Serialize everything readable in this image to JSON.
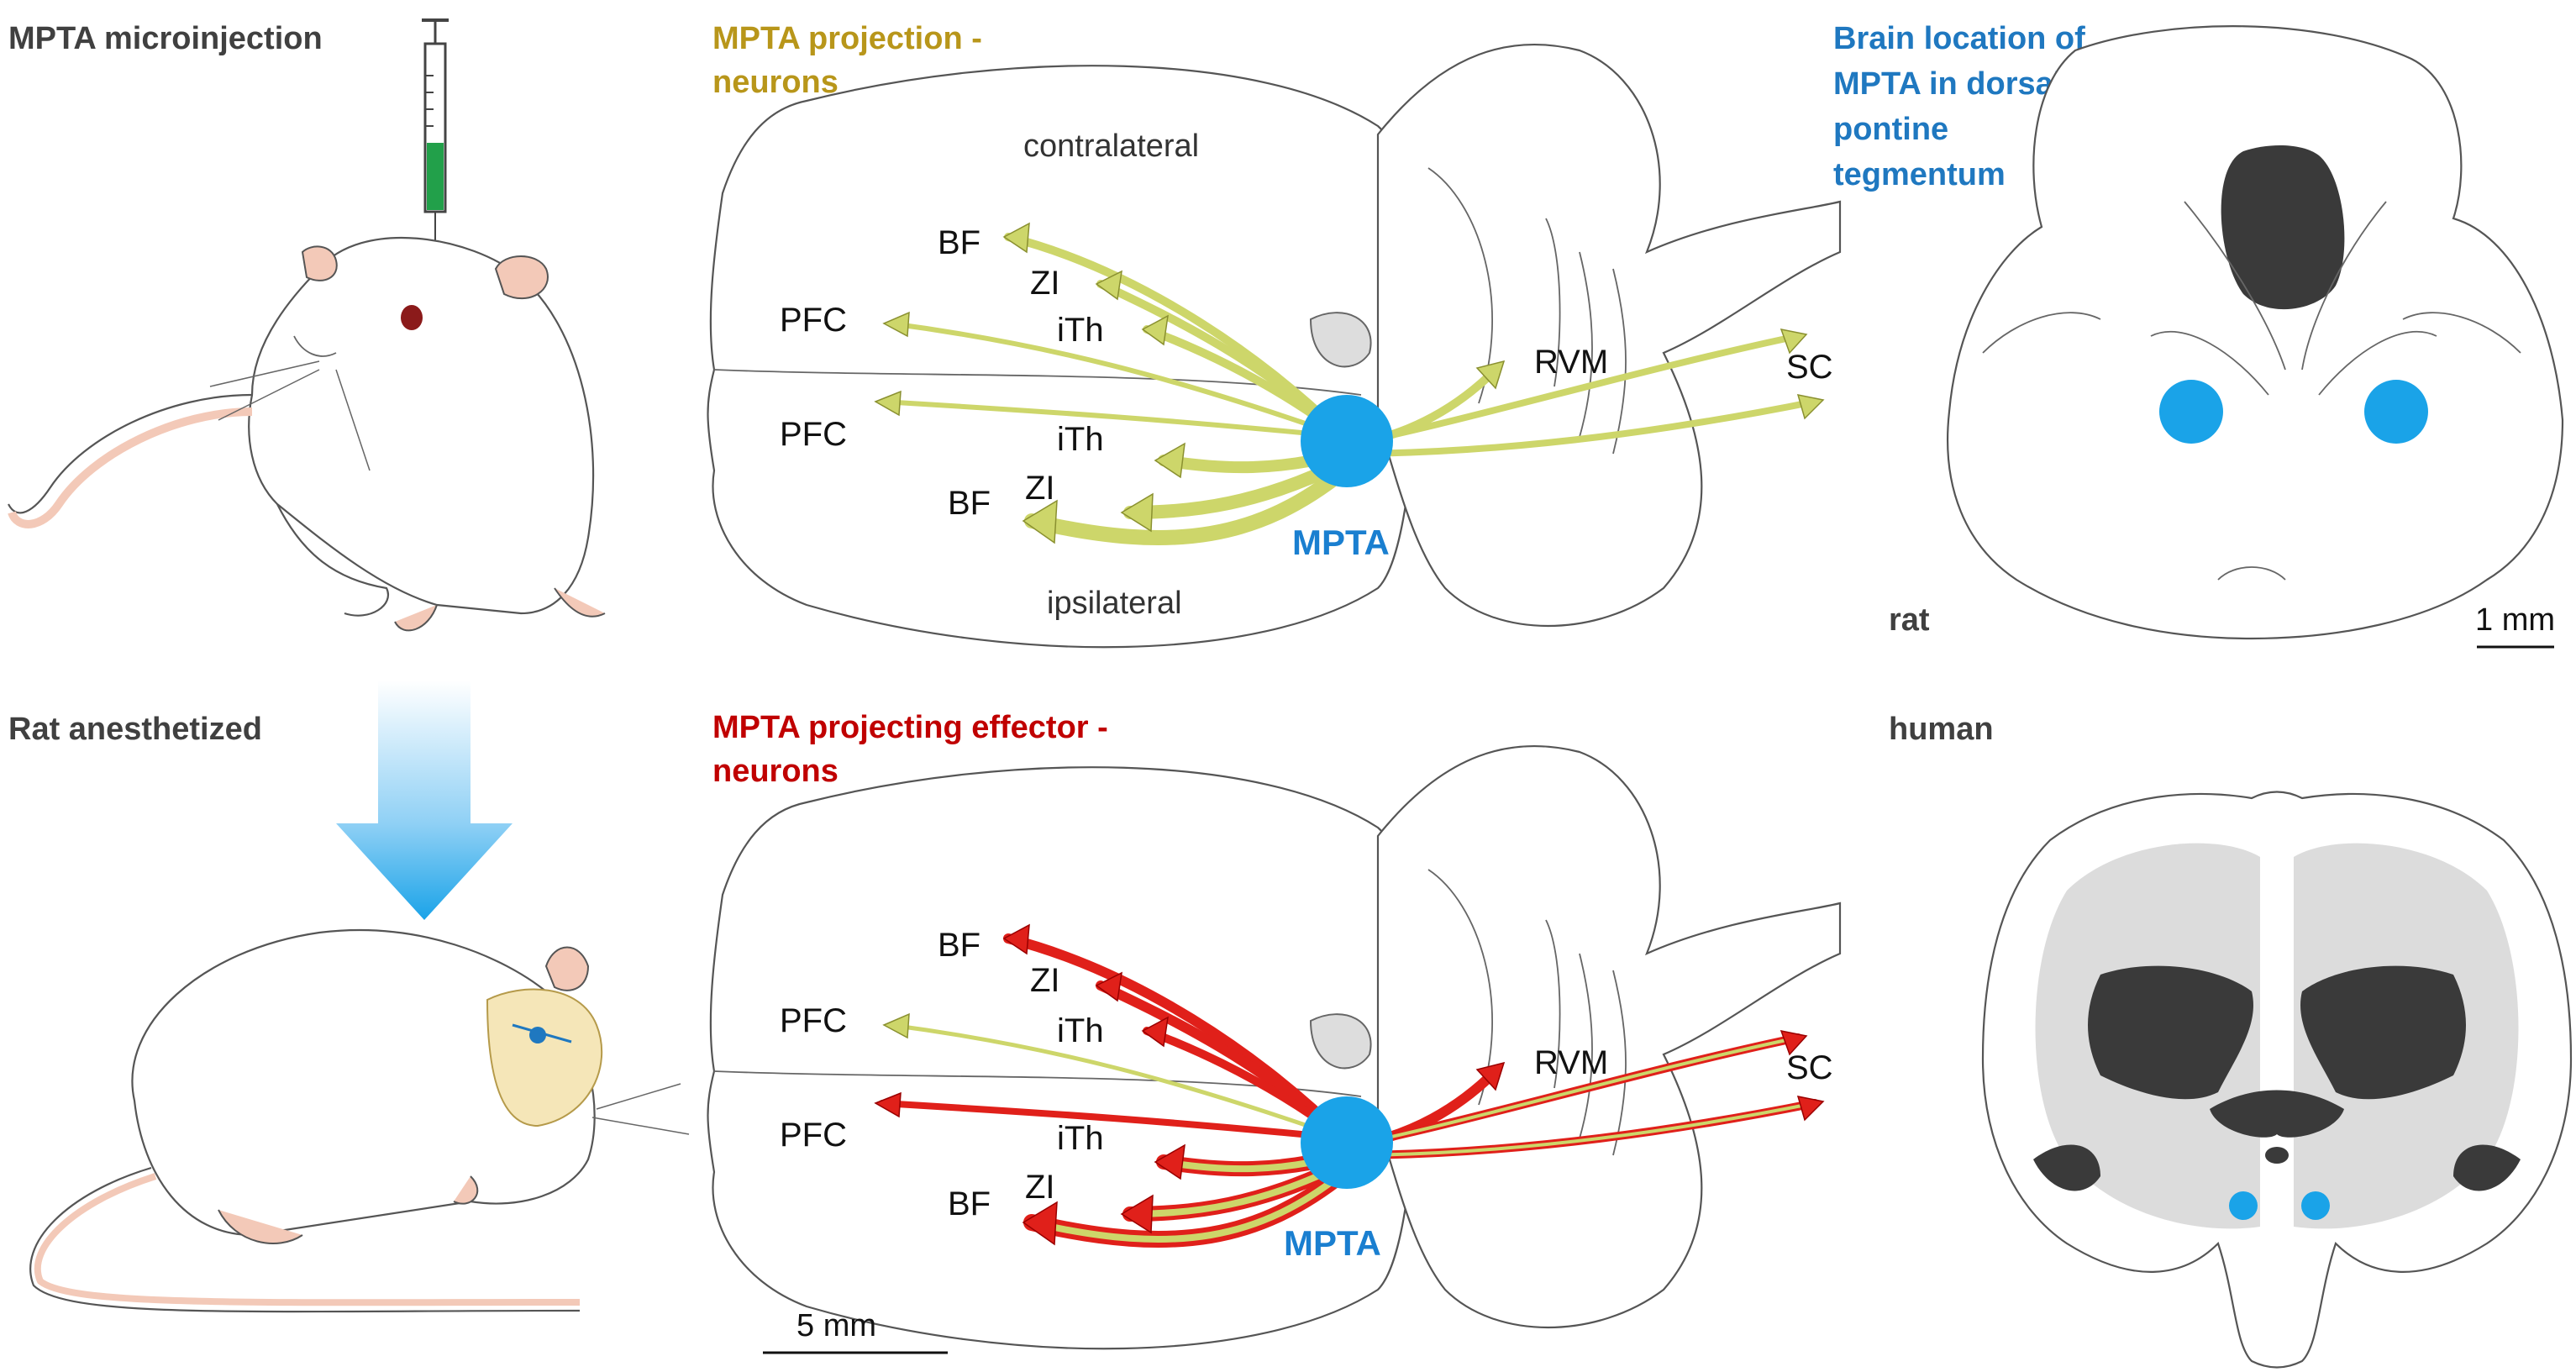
{
  "panels": {
    "microinjection": {
      "title": "MPTA microinjection"
    },
    "anesthetized": {
      "title": "Rat anesthetized"
    },
    "projection": {
      "title_line1": "MPTA projection -",
      "title_line2": "neurons",
      "contralateral": "contralateral",
      "ipsilateral": "ipsilateral",
      "nucleus": "MPTA",
      "targets": {
        "bf": "BF",
        "zi": "ZI",
        "ith": "iTh",
        "pfc": "PFC",
        "rvm": "RVM",
        "sc": "SC"
      }
    },
    "effector": {
      "title_line1": "MPTA projecting effector -",
      "title_line2": "neurons",
      "nucleus": "MPTA",
      "targets": {
        "bf": "BF",
        "zi": "ZI",
        "ith": "iTh",
        "pfc": "PFC",
        "rvm": "RVM",
        "sc": "SC"
      },
      "scale": "5 mm"
    },
    "location": {
      "title_line1": "Brain location of",
      "title_line2": "MPTA in dorsal",
      "title_line3": "pontine",
      "title_line4": "tegmentum",
      "species": "rat",
      "scale": "1 mm"
    },
    "human": {
      "species": "human"
    }
  },
  "colors": {
    "mpta_blue": "#1aa3e8",
    "projection_gold": "#b8961a",
    "effector_red": "#c00000",
    "location_blue": "#1f78c0",
    "arrow_green": "#cdd66a",
    "arrow_red": "#e0201a",
    "dark_ventricle": "#3a3a3a"
  }
}
